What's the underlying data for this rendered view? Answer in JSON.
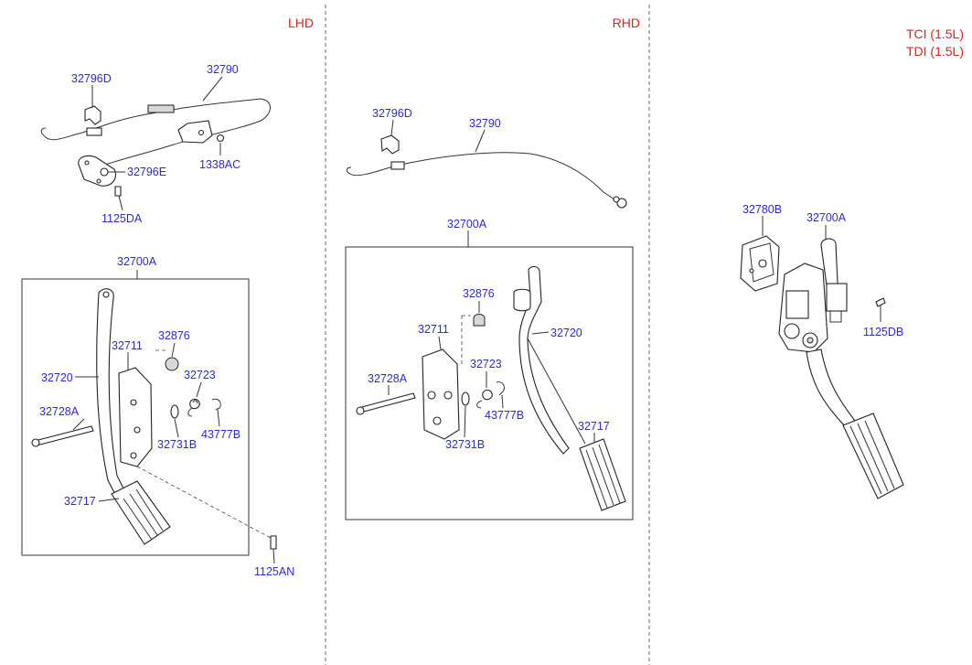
{
  "headers": {
    "lhd": "LHD",
    "rhd": "RHD",
    "tci": "TCI (1.5L)",
    "tdi": "TDI (1.5L)"
  },
  "lhd_labels": {
    "p32796D": "32796D",
    "p32790": "32790",
    "p32796E": "32796E",
    "p1338AC": "1338AC",
    "p1125DA": "1125DA",
    "p32700A": "32700A",
    "p32876": "32876",
    "p32711": "32711",
    "p32723": "32723",
    "p32720": "32720",
    "p32728A": "32728A",
    "p32731B": "32731B",
    "p43777B": "43777B",
    "p32717": "32717",
    "p1125AN": "1125AN"
  },
  "rhd_labels": {
    "p32796D": "32796D",
    "p32790": "32790",
    "p32700A": "32700A",
    "p32876": "32876",
    "p32711": "32711",
    "p32720": "32720",
    "p32728A": "32728A",
    "p32723": "32723",
    "p43777B": "43777B",
    "p32731B": "32731B",
    "p32717": "32717"
  },
  "tci_labels": {
    "p32780B": "32780B",
    "p32700A": "32700A",
    "p1125DB": "1125DB"
  },
  "colors": {
    "label": "#2a2ad0",
    "header": "#e02020",
    "line": "#333333"
  }
}
